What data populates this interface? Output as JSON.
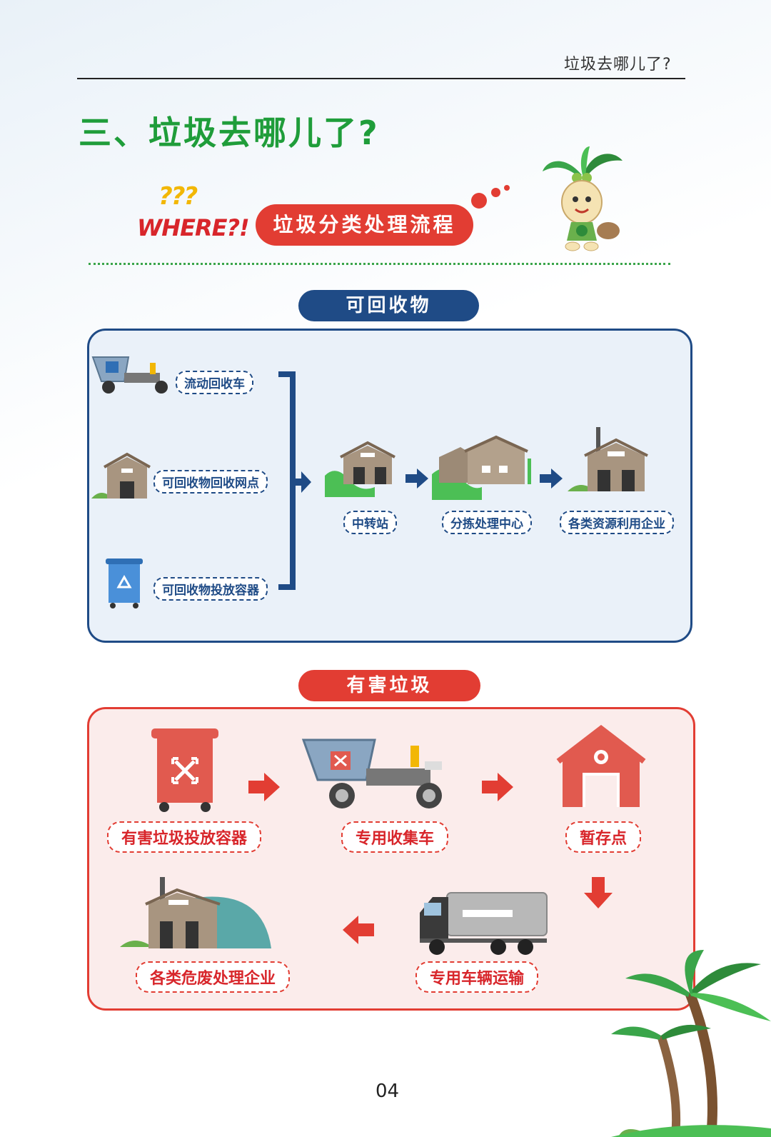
{
  "header": {
    "running_title": "垃圾去哪儿了?"
  },
  "page_title": "三、垃圾去哪儿了?",
  "badge": {
    "question_marks": "???",
    "where_text": "WHERE?!"
  },
  "flow_title": "垃圾分类处理流程",
  "recyclables": {
    "title": "可回收物",
    "sources": [
      "流动回收车",
      "可回收物回收网点",
      "可回收物投放容器"
    ],
    "steps": [
      "中转站",
      "分拣处理中心",
      "各类资源利用企业"
    ]
  },
  "hazardous": {
    "title": "有害垃圾",
    "steps": [
      "有害垃圾投放容器",
      "专用收集车",
      "暂存点",
      "专用车辆运输",
      "各类危废处理企业"
    ]
  },
  "page_number": "04",
  "colors": {
    "green": "#1f9d3a",
    "blue": "#1f4b86",
    "red": "#e23d33"
  }
}
